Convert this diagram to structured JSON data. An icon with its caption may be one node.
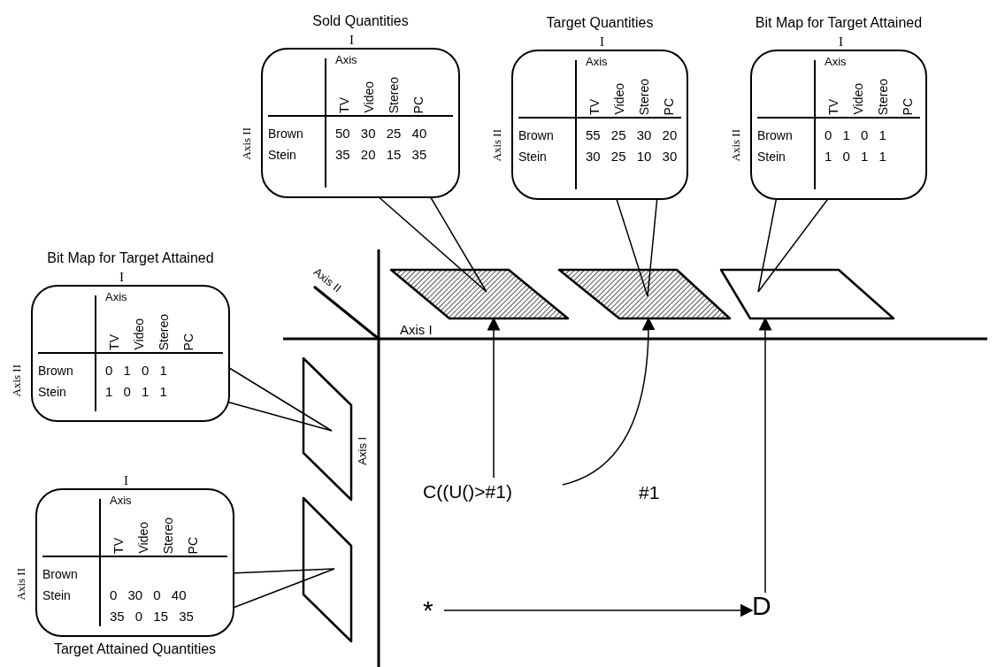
{
  "diagram": {
    "nodes": [
      {
        "text": [
          "Sold Quantities",
          "I",
          "Axis",
          "TV",
          "Video",
          "Stereo",
          "PC",
          "Axis II",
          "Brown",
          "50 30 25 40",
          "Stein",
          "35 20 15 35"
        ]
      },
      {
        "text": [
          "Target Quantities",
          "I",
          "Axis",
          "TV",
          "Video",
          "Stereo",
          "PC",
          "Axis II",
          "Brown",
          "55 25 30 20",
          "Stein",
          "30 25 10 30"
        ]
      },
      {
        "text": [
          "Bit Map for Target Attained",
          "I",
          "Axis",
          "TV",
          "Video",
          "Stereo",
          "PC",
          "Axis II",
          "Brown",
          "0 1 0 1",
          "Stein",
          "1 0 1 1"
        ]
      },
      {
        "text": [
          "Bit Map for Target Attained",
          "I",
          "Axis",
          "TV",
          "Video",
          "Stereo",
          "PC",
          "Axis II",
          "Brown",
          "0 1 0 1",
          "Stein",
          "1 0 1 1"
        ]
      },
      {
        "text": [],
        "shape": "parallelogram"
      },
      {
        "text": [],
        "shape": "parallelogram"
      },
      {
        "text": [],
        "shape": "parallelogram"
      },
      {
        "text": [],
        "shape": "parallelogram"
      },
      {
        "text": [],
        "shape": "parallelogram"
      },
      {
        "text": [
          "C((U()>#1)"
        ]
      },
      {
        "text": [
          "Target Attained Quantities",
          "I",
          "Axis",
          "TV",
          "Video",
          "Stereo",
          "PC",
          "Axis II",
          "Brown",
          "Stein",
          "0 30 0 40",
          "35 0 15 35"
        ]
      },
      {
        "text": [
          "*"
        ]
      },
      {
        "text": [
          "D"
        ]
      }
    ],
    "edges": [
      {
        "from": 0,
        "to": 4,
        "arrow": "none"
      },
      {
        "from": 1,
        "to": 5,
        "arrow": "none"
      },
      {
        "from": 2,
        "to": 6,
        "arrow": "none"
      },
      {
        "from": 3,
        "to": 7,
        "arrow": "none"
      },
      {
        "from": 10,
        "to": 8,
        "arrow": "none"
      },
      {
        "from": 9,
        "to": 4,
        "arrow": "to"
      },
      {
        "from": 9,
        "to": 5,
        "arrow": "to"
      },
      {
        "from": 12,
        "to": 6,
        "arrow": "to"
      },
      {
        "from": 11,
        "to": 12,
        "arrow": "to"
      }
    ],
    "labels": [
      "Axis II",
      "Axis I",
      "#1",
      "Axis I"
    ]
  }
}
